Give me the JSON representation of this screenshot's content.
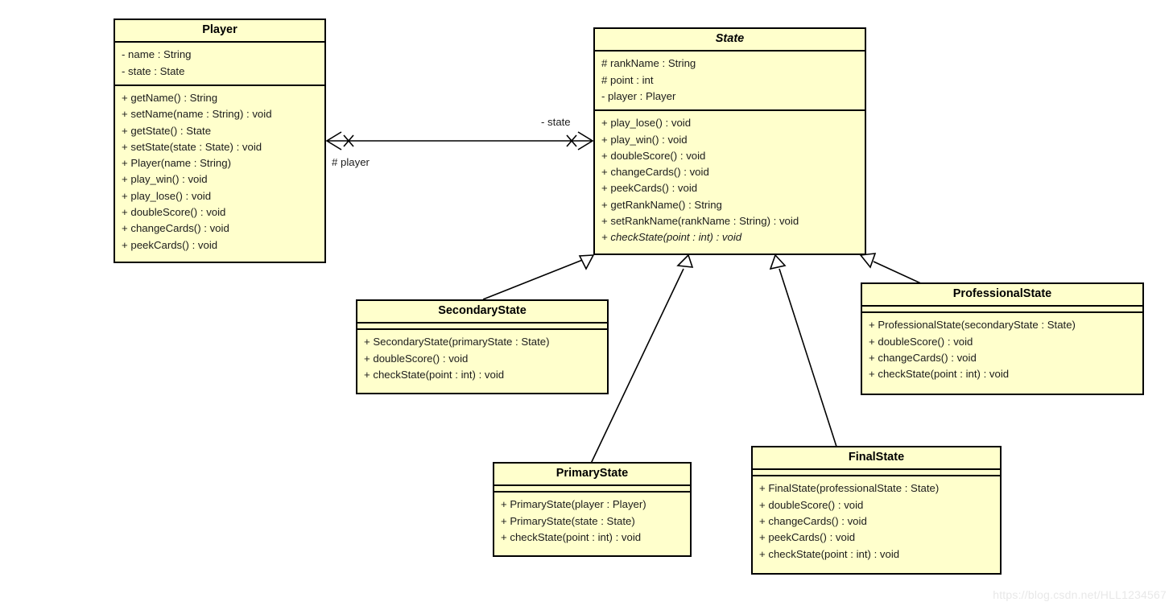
{
  "diagram": {
    "type": "uml-class-diagram",
    "title": "State Pattern Class Diagram",
    "fill_color": "#FFFFCC",
    "border_color": "#000000",
    "background_color": "#FFFFFF",
    "watermark": "https://blog.csdn.net/HLL1234567"
  },
  "classes": {
    "player": {
      "name": "Player",
      "abstract": false,
      "attributes": [
        "- name : String",
        "- state : State"
      ],
      "methods": [
        "+ getName() : String",
        "+ setName(name : String) : void",
        "+ getState() : State",
        "+ setState(state : State) : void",
        "+ Player(name : String)",
        "+ play_win() : void",
        "+ play_lose() : void",
        "+ doubleScore() : void",
        "+ changeCards() : void",
        "+ peekCards() : void"
      ]
    },
    "state": {
      "name": "State",
      "abstract": true,
      "attributes": [
        "# rankName : String",
        "# point : int",
        "- player : Player"
      ],
      "methods": [
        "+ play_lose() : void",
        "+ play_win() : void",
        "+ doubleScore() : void",
        "+ changeCards() : void",
        "+ peekCards() : void",
        "+ getRankName() : String",
        "+ setRankName(rankName : String) : void",
        "+ checkState(point : int) : void"
      ],
      "abstract_methods": [
        "+ checkState(point : int) : void"
      ]
    },
    "secondary_state": {
      "name": "SecondaryState",
      "abstract": false,
      "attributes": [],
      "methods": [
        "+ SecondaryState(primaryState : State)",
        "+ doubleScore() : void",
        "+ checkState(point : int) : void"
      ]
    },
    "professional_state": {
      "name": "ProfessionalState",
      "abstract": false,
      "attributes": [],
      "methods": [
        "+ ProfessionalState(secondaryState : State)",
        "+ doubleScore() : void",
        "+ changeCards() : void",
        "+ checkState(point : int) : void"
      ]
    },
    "primary_state": {
      "name": "PrimaryState",
      "abstract": false,
      "attributes": [],
      "methods": [
        "+ PrimaryState(player : Player)",
        "+ PrimaryState(state : State)",
        "+ checkState(point : int) : void"
      ]
    },
    "final_state": {
      "name": "FinalState",
      "abstract": false,
      "attributes": [],
      "methods": [
        "+ FinalState(professionalState : State)",
        "+ doubleScore() : void",
        "+ changeCards() : void",
        "+ peekCards() : void",
        "+ checkState(point : int) : void"
      ]
    }
  },
  "relationships": {
    "association_player_state": {
      "kind": "bidirectional-association",
      "source": "Player",
      "target": "State",
      "source_role": "# player",
      "target_role": "- state"
    },
    "generalizations": [
      {
        "kind": "generalization",
        "source": "SecondaryState",
        "target": "State"
      },
      {
        "kind": "generalization",
        "source": "PrimaryState",
        "target": "State"
      },
      {
        "kind": "generalization",
        "source": "FinalState",
        "target": "State"
      },
      {
        "kind": "generalization",
        "source": "ProfessionalState",
        "target": "State"
      }
    ]
  }
}
